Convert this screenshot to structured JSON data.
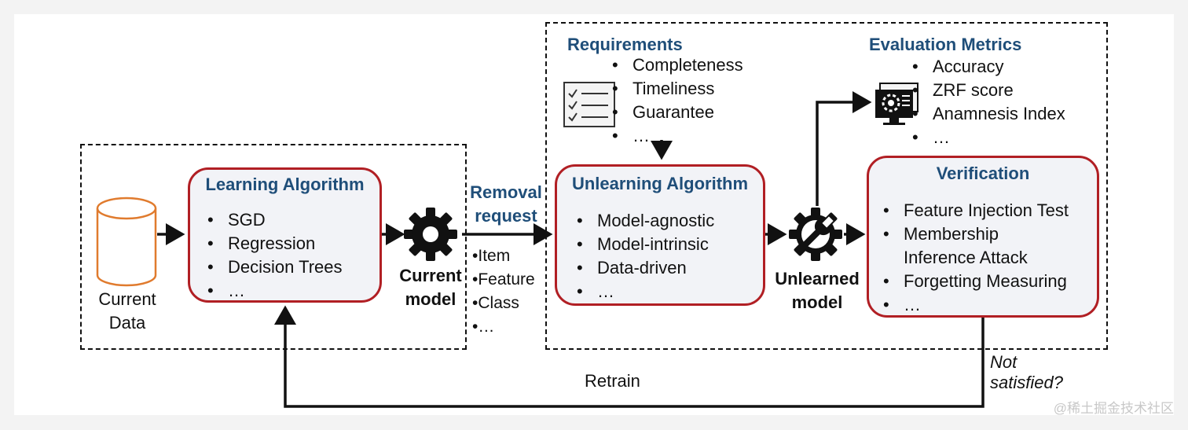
{
  "current_data": {
    "line1": "Current",
    "line2": "Data"
  },
  "learning": {
    "title": "Learning Algorithm",
    "items": [
      "SGD",
      "Regression",
      "Decision Trees",
      "…"
    ]
  },
  "current_model": {
    "line1": "Current",
    "line2": "model"
  },
  "removal": {
    "line1": "Removal",
    "line2": "request",
    "items": [
      "Item",
      "Feature",
      "Class",
      "…"
    ]
  },
  "requirements": {
    "title": "Requirements",
    "items": [
      "Completeness",
      "Timeliness",
      "Guarantee",
      "…"
    ]
  },
  "unlearning": {
    "title": "Unlearning Algorithm",
    "items": [
      "Model-agnostic",
      "Model-intrinsic",
      "Data-driven",
      "…"
    ]
  },
  "unlearned_model": {
    "line1": "Unlearned",
    "line2": "model"
  },
  "evaluation": {
    "title": "Evaluation Metrics",
    "items": [
      "Accuracy",
      "ZRF score",
      "Anamnesis Index",
      "…"
    ]
  },
  "verification": {
    "title": "Verification",
    "items": [
      "Feature Injection Test",
      "Membership",
      "Inference Attack",
      "Forgetting Measuring",
      "…"
    ]
  },
  "retrain": "Retrain",
  "not_satisfied": {
    "line1": "Not",
    "line2": "satisfied?"
  },
  "watermark": "@稀土掘金技术社区",
  "colors": {
    "box_border": "#b11f24",
    "title_blue": "#1f4e79",
    "db_orange": "#e07b2e"
  }
}
